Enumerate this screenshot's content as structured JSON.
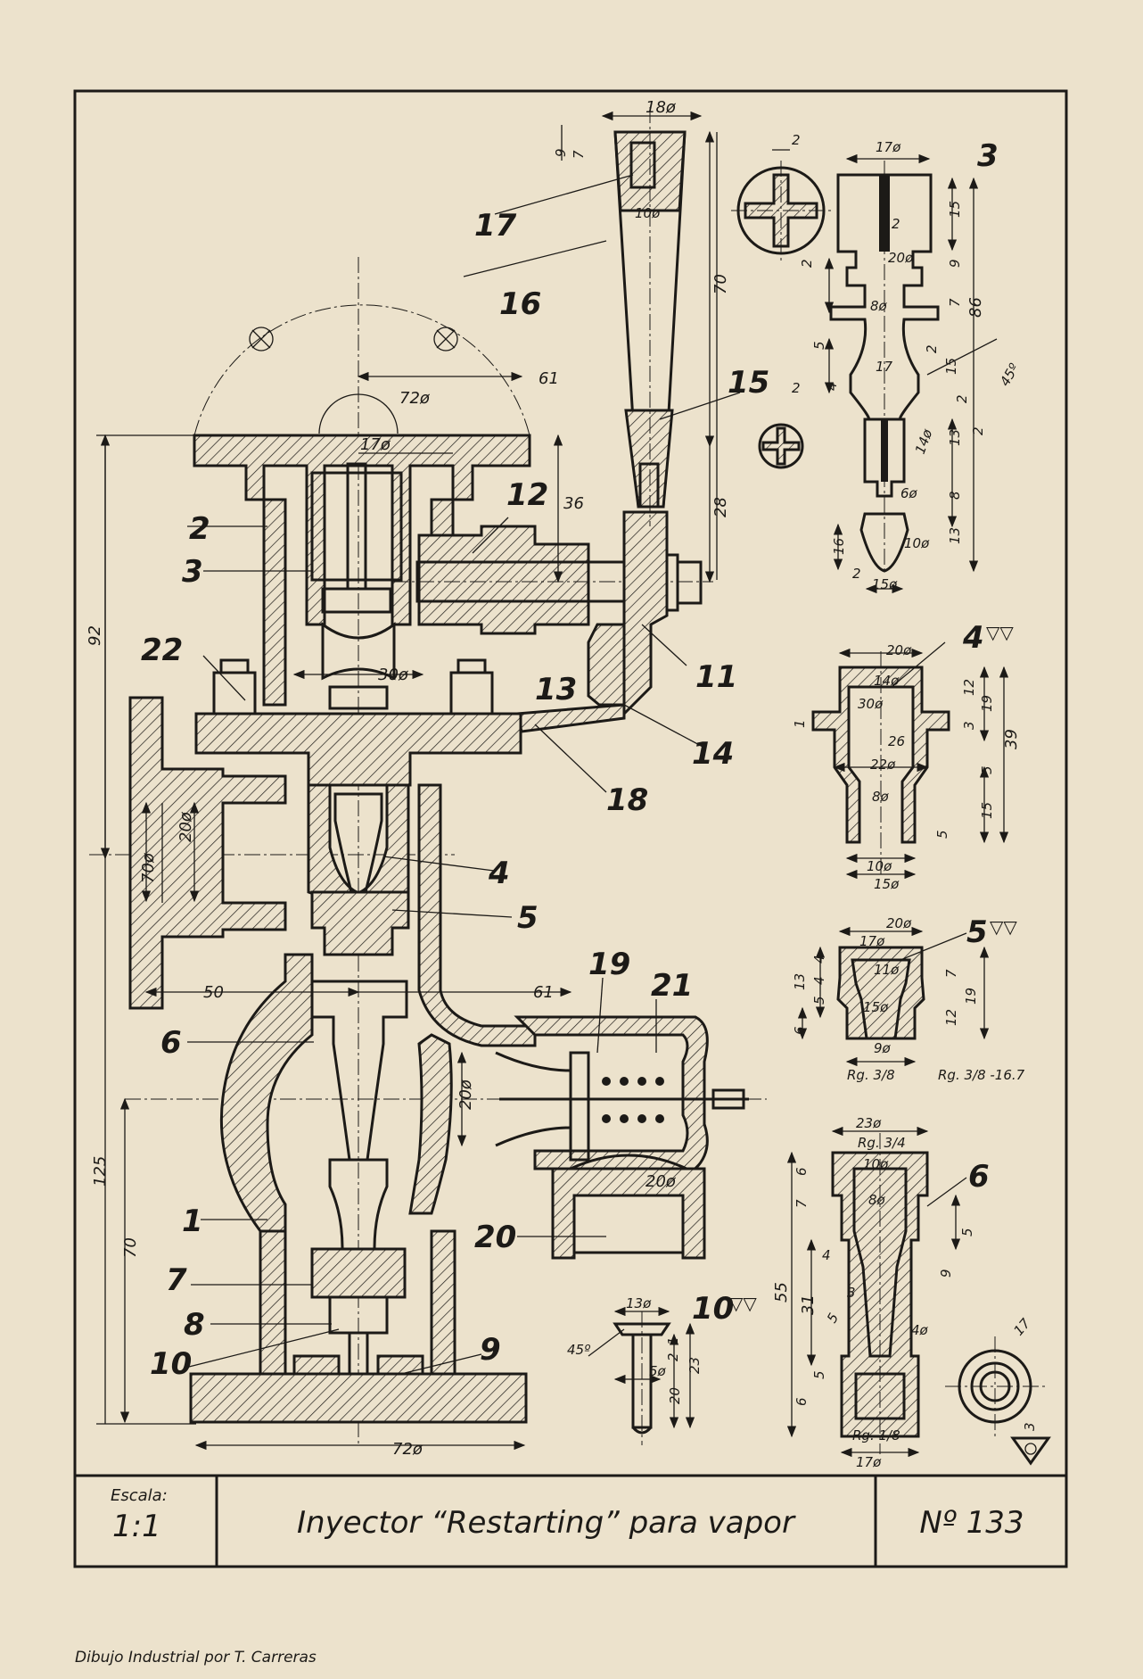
{
  "title_block": {
    "scale_label": "Escala:",
    "scale_value": "1:1",
    "title": "Inyector “Restarting” para vapor",
    "number": "Nº 133"
  },
  "footer": "Dibujo Industrial por T. Carreras",
  "part_labels": [
    "1",
    "2",
    "3",
    "4",
    "5",
    "6",
    "7",
    "8",
    "9",
    "10",
    "11",
    "12",
    "13",
    "14",
    "15",
    "16",
    "17",
    "18",
    "19",
    "20",
    "21",
    "22"
  ],
  "detail_labels": {
    "d3": "3",
    "d4": "4",
    "d5": "5",
    "d6": "6",
    "d10": "10"
  },
  "surface_marks": {
    "d4": "▽▽",
    "d5": "▽▽",
    "d10": "▽▽"
  },
  "dimensions": {
    "main": {
      "d72_top": "72ø",
      "d61_top": "61",
      "d17_top": "17ø",
      "d36": "36",
      "d92": "92",
      "d30": "30ø",
      "d20_flange": "20ø",
      "d70_flange": "70ø",
      "d50": "50",
      "d61_mid": "61",
      "d20_chk": "20ø",
      "d125": "125",
      "d70_low": "70",
      "d72_base": "72ø",
      "d20_valve": "20ø"
    },
    "handle": {
      "d18": "18ø",
      "d9": "9",
      "d7": "7",
      "d10": "10ø",
      "d70": "70",
      "d28": "28"
    },
    "part3": {
      "w2_top": "2",
      "d17": "17ø",
      "d15": "15",
      "d2_mid": "2",
      "d20": "20ø",
      "d9": "9",
      "d2_side": "2",
      "d8": "8ø",
      "d7": "7",
      "d86": "86",
      "d5": "5",
      "d2_b": "2",
      "d15_b": "15",
      "d17_b": "17",
      "d4": "4",
      "d45": "45º",
      "d2_c": "2",
      "d2_d": "2",
      "d13": "13",
      "d14": "14ø",
      "w2_small": "2",
      "d6": "6ø",
      "d8_b": "8",
      "d16": "16",
      "d10": "10ø",
      "d13_b": "13",
      "d2_e": "2",
      "d15_e": "15ø"
    },
    "part4": {
      "d20": "20ø",
      "d14": "14ø",
      "d30": "30ø",
      "d12": "12",
      "d1": "1",
      "d3": "3",
      "d19": "19",
      "d39": "39",
      "d26": "26",
      "d22": "22ø",
      "d5": "5",
      "d8": "8ø",
      "d15": "15",
      "d5_b": "5",
      "d10": "10ø",
      "d15_b": "15ø"
    },
    "part5": {
      "d20": "20ø",
      "d17": "17ø",
      "d11": "11ø",
      "d7": "7",
      "d13": "13",
      "d4": "4",
      "d4_b": "4",
      "d5": "5",
      "d15": "15ø",
      "d12": "12",
      "d19": "19",
      "d6": "6",
      "d9": "9ø",
      "thread_l": "Rg. 3/8",
      "thread_r": "Rg. 3/8 -16.7"
    },
    "part6": {
      "d23": "23ø",
      "thread_top": "Rg. 3/4",
      "d10": "10ø",
      "d8": "8ø",
      "d6": "6",
      "d7": "7",
      "d5": "5",
      "d9": "9",
      "d55": "55",
      "d4": "4",
      "d31": "31",
      "d3": "3",
      "d5_b": "5",
      "d4_b": "4ø",
      "d6_b": "6",
      "d5_c": "5",
      "thread_bot": "Rg. 1/8",
      "d17": "17ø",
      "d17_end": "17",
      "d3_end": "3"
    },
    "part10": {
      "d13": "13ø",
      "d45": "45º",
      "d1": "1",
      "d2": "2",
      "d20": "20",
      "d23": "23",
      "d5": "5ø"
    }
  }
}
